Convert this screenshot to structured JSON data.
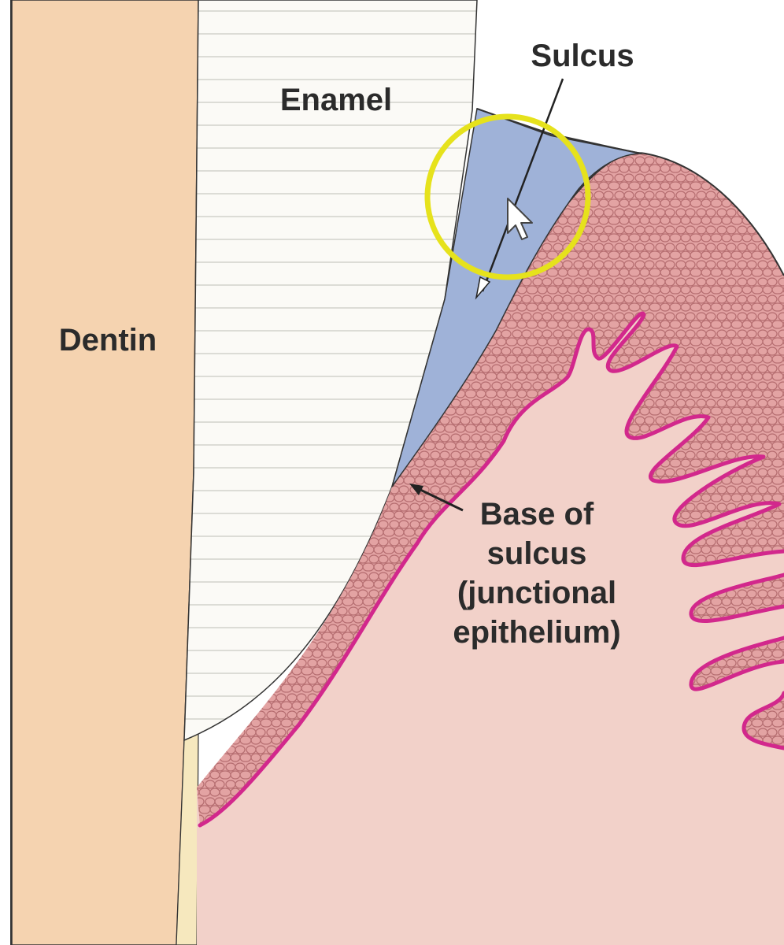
{
  "labels": {
    "dentin": "Dentin",
    "enamel": "Enamel",
    "sulcus": "Sulcus",
    "base_line1": "Base of",
    "base_line2": "sulcus",
    "base_line3": "(junctional",
    "base_line4": "epithelium)"
  },
  "colors": {
    "dentin": "#f5d3b0",
    "enamel": "#fbfaf6",
    "enamel_lines": "#dcdcd6",
    "cementum": "#f6e8be",
    "sulcus": "#9fb2d8",
    "epithelium": "#e3a3a3",
    "epithelium_cells": "#b56d70",
    "connective_tissue": "#f2d1c9",
    "basement_membrane": "#d2288c",
    "highlight_circle": "#e6e21c",
    "outline": "#333333"
  },
  "icons": {
    "cursor": "mouse-pointer-icon"
  }
}
